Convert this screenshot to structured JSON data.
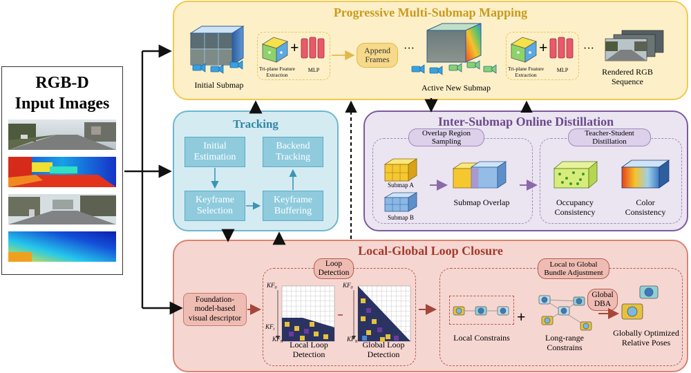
{
  "input": {
    "title_line1": "RGB-D",
    "title_line2": "Input Images"
  },
  "mapping": {
    "title": "Progressive Multi-Submap Mapping",
    "initial_submap": "Initial Submap",
    "triplane1": "Tri-plane Feature Extraction",
    "mlp1": "MLP",
    "append_frames": "Append Frames",
    "active_submap": "Active New Submap",
    "triplane2": "Tri-plane Feature Extraction",
    "mlp2": "MLP",
    "rendered": "Rendered RGB Sequence",
    "ellipsis": "···"
  },
  "tracking": {
    "title": "Tracking",
    "initial_estimation": "Initial Estimation",
    "backend_tracking": "Backend Tracking",
    "keyframe_selection": "Keyframe Selection",
    "keyframe_buffering": "Keyframe Buffering"
  },
  "distillation": {
    "title": "Inter-Submap Online Distillation",
    "overlap_sampling": "Overlap Region Sampling",
    "teacher_student": "Teacher-Student Distillation",
    "submap_a": "Submap A",
    "submap_b": "Submap B",
    "submap_overlap": "Submap Overlap",
    "occupancy": "Occupancy Consistency",
    "color": "Color Consistency"
  },
  "loop": {
    "title": "Local-Global Loop Closure",
    "descriptor": "Foundation-model-based visual descriptor",
    "loop_detection": "Loop Detection",
    "local_loop": "Local Loop Detection",
    "global_loop": "Global Loop Detection",
    "local_global_ba": "Local to Global Bundle Adjustment",
    "global_dba": "Global DBA",
    "local_constrains": "Local Constrains",
    "long_range": "Long-range Constrains",
    "optimized": "Globally Optimized Relative Poses",
    "kf0": "KF",
    "kf0_sub": "0",
    "kft": "KF",
    "kft_sub": "t",
    "kfn": "KF",
    "kfn_sub": "N"
  },
  "colors": {
    "mapping_bg": "#fdf0c8",
    "mapping_border": "#f2c94c",
    "mapping_title": "#c89a1e",
    "tracking_bg": "#d5ebf2",
    "tracking_border": "#6bb7d0",
    "tracking_title": "#2f86a6",
    "tracking_block": "#8fcbdd",
    "distill_bg": "#ebe4f1",
    "distill_border": "#7b5a9c",
    "distill_title": "#6b4a8c",
    "loop_bg": "#f6d6d1",
    "loop_border": "#d9826f",
    "loop_title": "#a2392c",
    "loop_pill": "#eebcb2",
    "arrow_dark": "#111111",
    "arrow_red": "#a6463a",
    "arrow_purple": "#8a6aa8",
    "arrow_blue": "#3a95b5"
  }
}
